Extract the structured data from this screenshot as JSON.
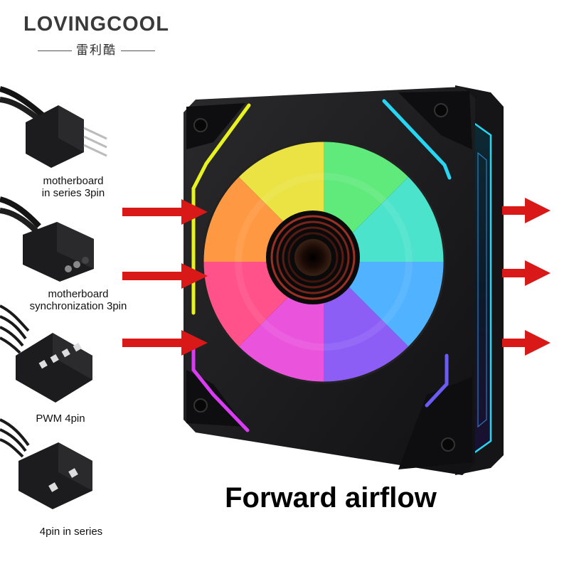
{
  "brand": {
    "name": "LOVINGCOOL",
    "subtitle": "雷利酷"
  },
  "connectors": [
    {
      "label_line1": "motherboard",
      "label_line2": "in series 3pin"
    },
    {
      "label_line1": "motherboard",
      "label_line2": "synchronization 3pin"
    },
    {
      "label_line1": "PWM 4pin",
      "label_line2": ""
    },
    {
      "label_line1": "4pin  in series",
      "label_line2": ""
    }
  ],
  "headline": "Forward airflow",
  "colors": {
    "arrow": "#d91818",
    "frame": "#1b1b1d",
    "accent_cyan": "#27d6f2",
    "accent_yellow": "#e8f21e",
    "accent_magenta": "#d93cf2"
  }
}
